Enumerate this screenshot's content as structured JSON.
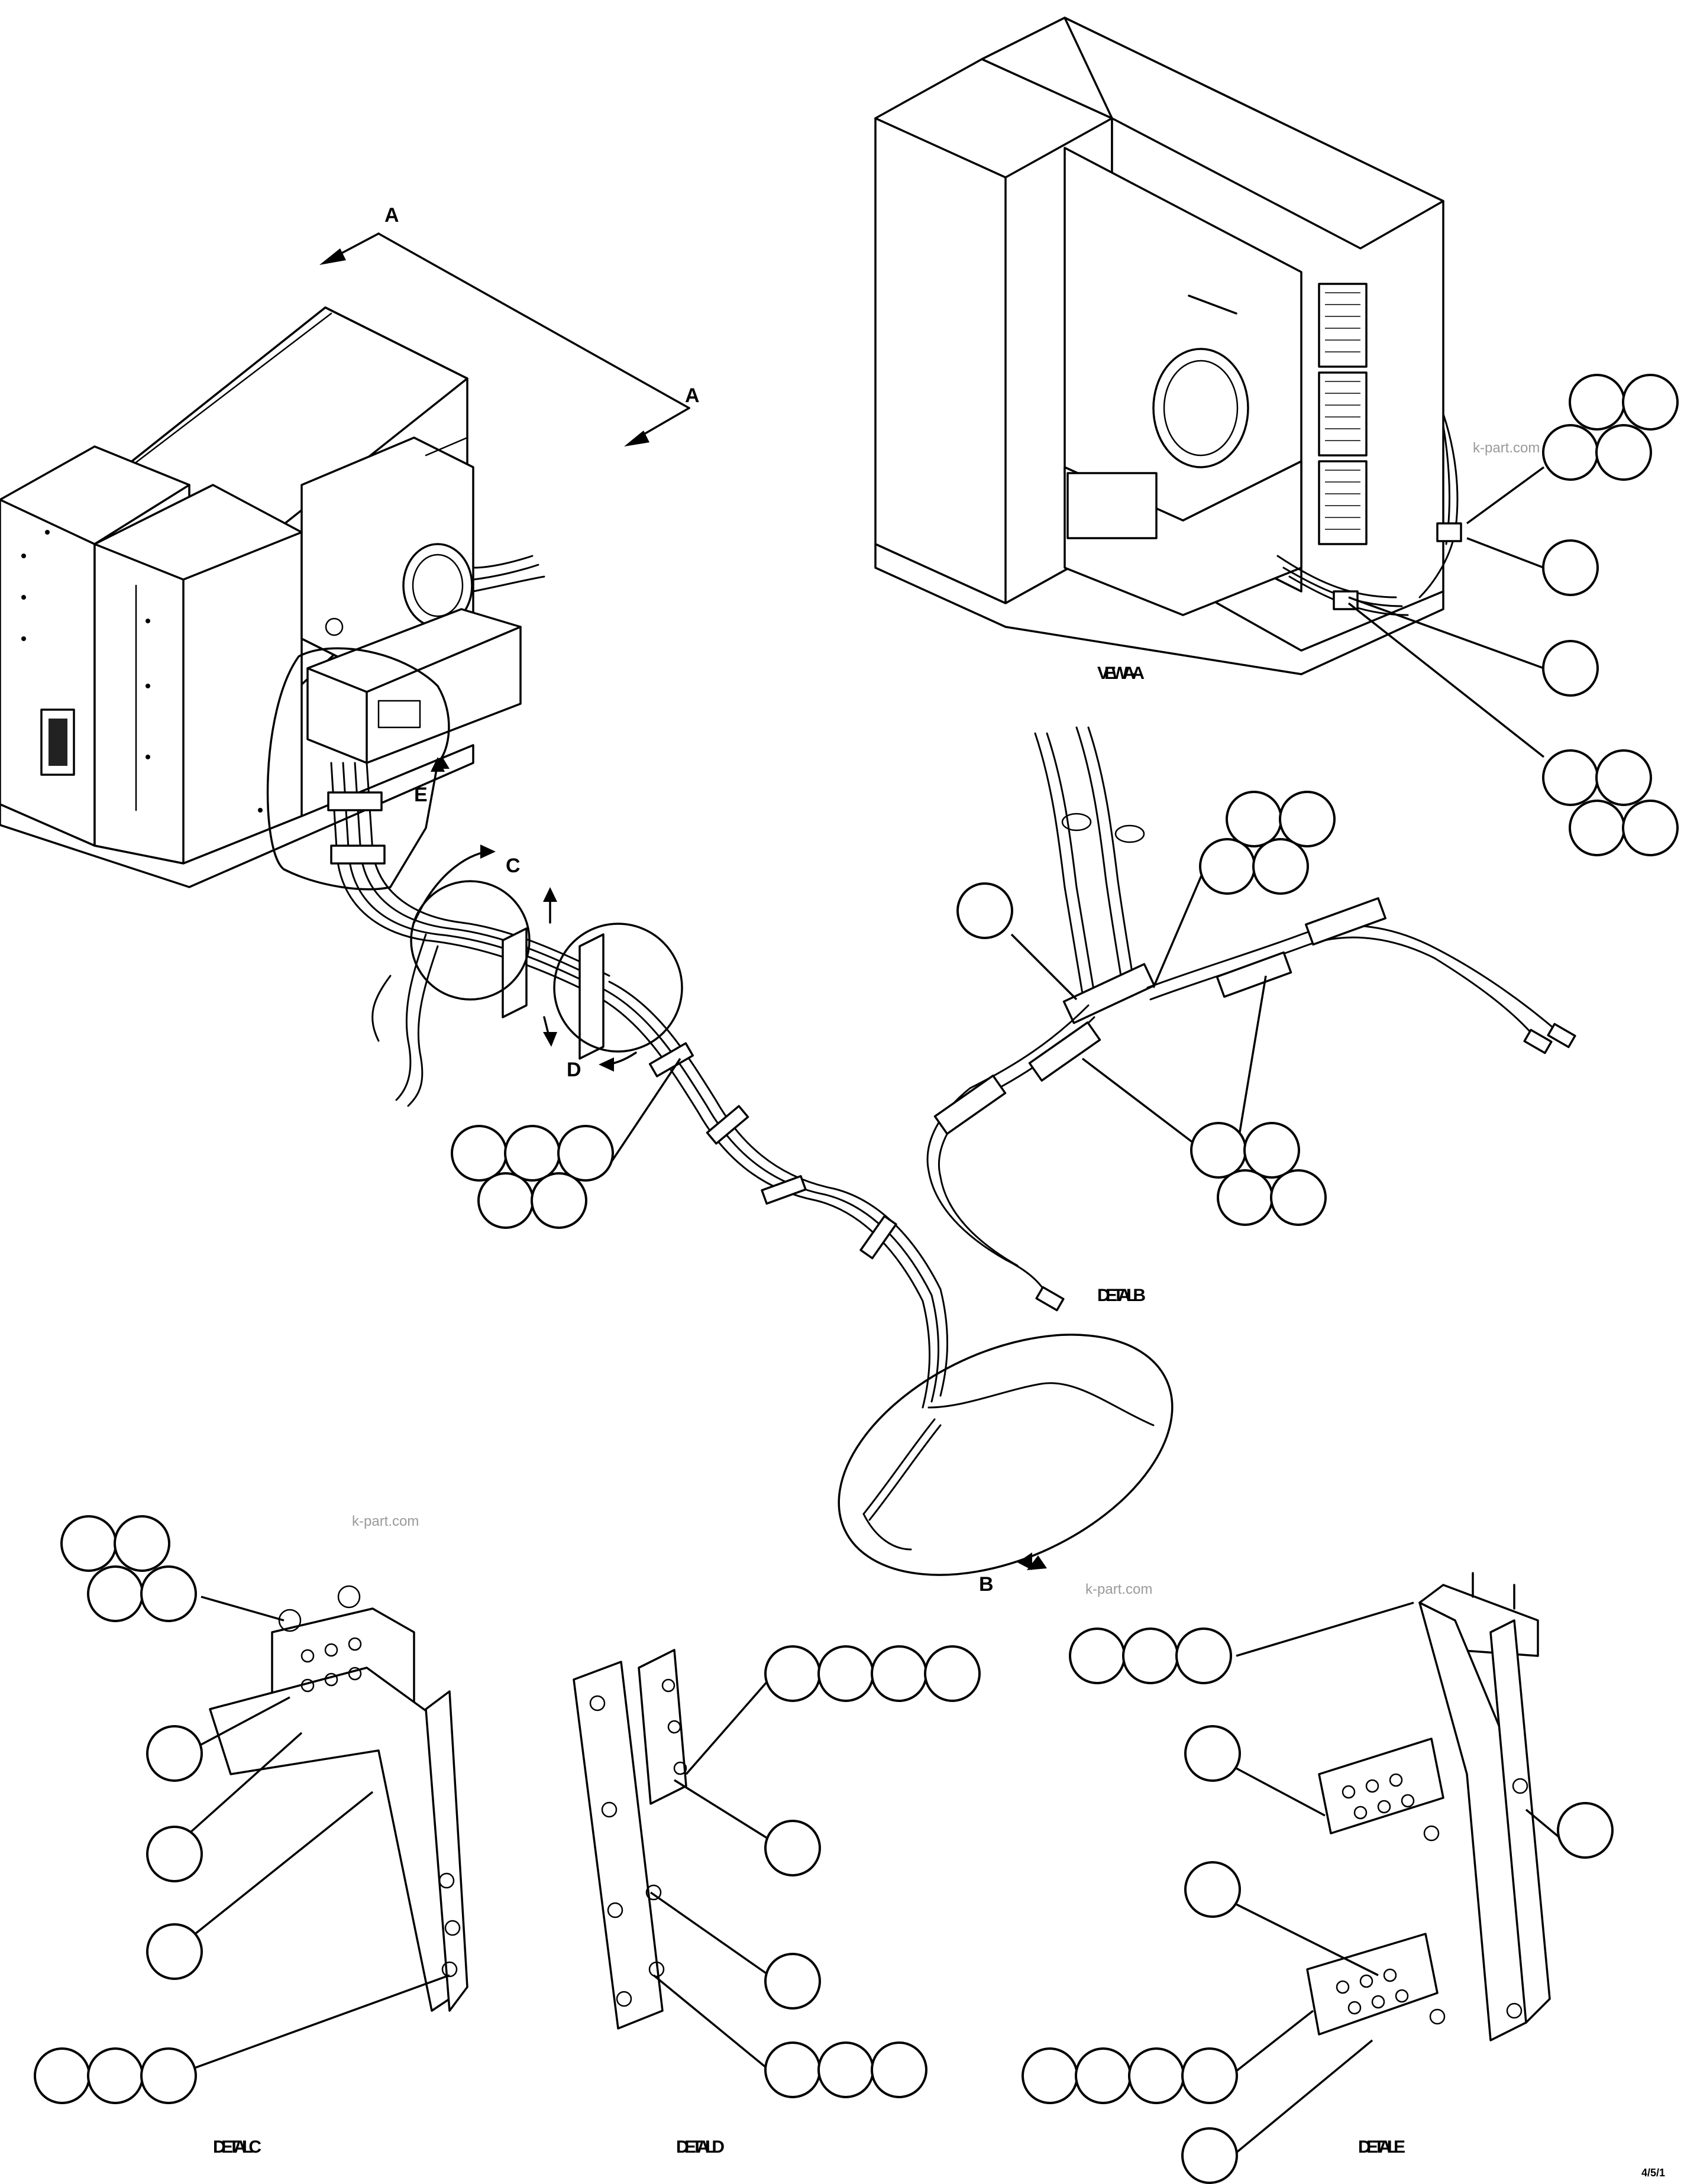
{
  "labels": {
    "section_letter_start": "A",
    "section_letter_end": "A",
    "view_aa": "VIEW A-A",
    "detail_b": "DETAIL B",
    "detail_c": "DETAIL C",
    "detail_d": "DETAIL D",
    "detail_e": "DETAIL E",
    "marker_b": "B",
    "marker_c": "C",
    "marker_d": "D",
    "marker_e": "E",
    "page_number": "4/5/1"
  },
  "watermarks": [
    "k-part.com",
    "k-part.com",
    "k-part.com"
  ]
}
